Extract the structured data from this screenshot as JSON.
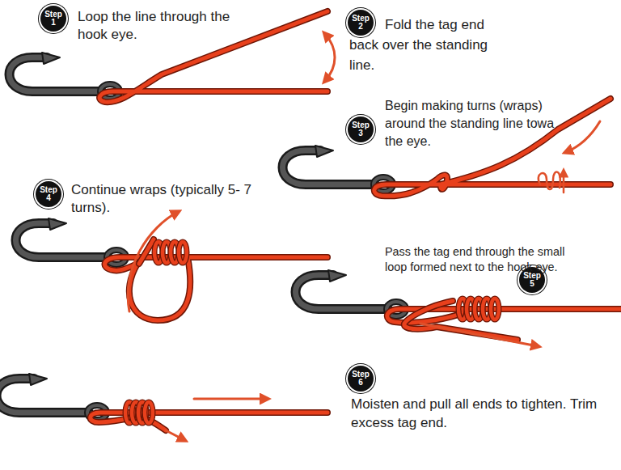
{
  "diagram": {
    "nodes": [
      {
        "text": [
          "Step 1"
        ]
      },
      {
        "text": [
          "Step 2"
        ]
      },
      {
        "text": [
          "Step 3"
        ]
      },
      {
        "text": [
          "Step 4"
        ]
      },
      {
        "text": [
          "Step 5"
        ]
      },
      {
        "text": [
          "Step 6"
        ]
      }
    ],
    "labels": [
      "Loop the line through the hook eye.",
      "Fold the tag end back over the standing line.",
      "Begin making turns (wraps) around the standing line towa the eye.",
      "Continue wraps (typically 5- 7 turns).",
      "Pass the tag end through the small loop formed next to the hook eye.",
      "Moisten and pull all ends to tighten. Trim excess tag end."
    ]
  }
}
